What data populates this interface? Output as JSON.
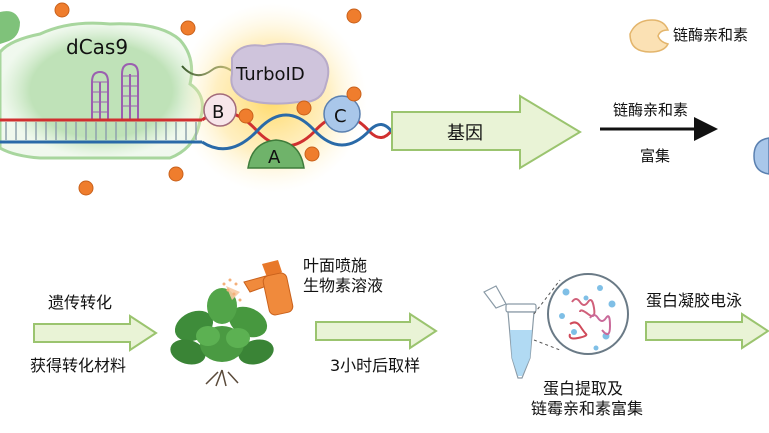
{
  "top_panel": {
    "dcas9_label": "dCas9",
    "turboid_label": "TurboID",
    "subunit_a": "A",
    "subunit_b": "B",
    "subunit_c": "C",
    "gene_label": "基因",
    "legend_streptavidin": "链酶亲和素",
    "enrich_line1": "链酶亲和素",
    "enrich_line2": "富集"
  },
  "bottom_panel": {
    "transform_label": "遗传转化",
    "obtain_label": "获得转化材料",
    "spray_line1": "叶面喷施",
    "spray_line2": "生物素溶液",
    "sample_label": "3小时后取样",
    "extract_line1": "蛋白提取及",
    "extract_line2": "链霉亲和素富集",
    "gel_label": "蛋白凝胶电泳"
  },
  "colors": {
    "dcas9_green": "#bfe2b8",
    "biotin_orange": "#ef7d2d",
    "turboid_purple": "#cfc4dc",
    "arrow_fill": "#e9f3d6",
    "arrow_stroke": "#9bc46f",
    "dna_red": "#d03030",
    "dna_blue": "#2a6aa8",
    "sprayer_orange": "#f08a3c",
    "plant_green": "#3e8c3a"
  }
}
